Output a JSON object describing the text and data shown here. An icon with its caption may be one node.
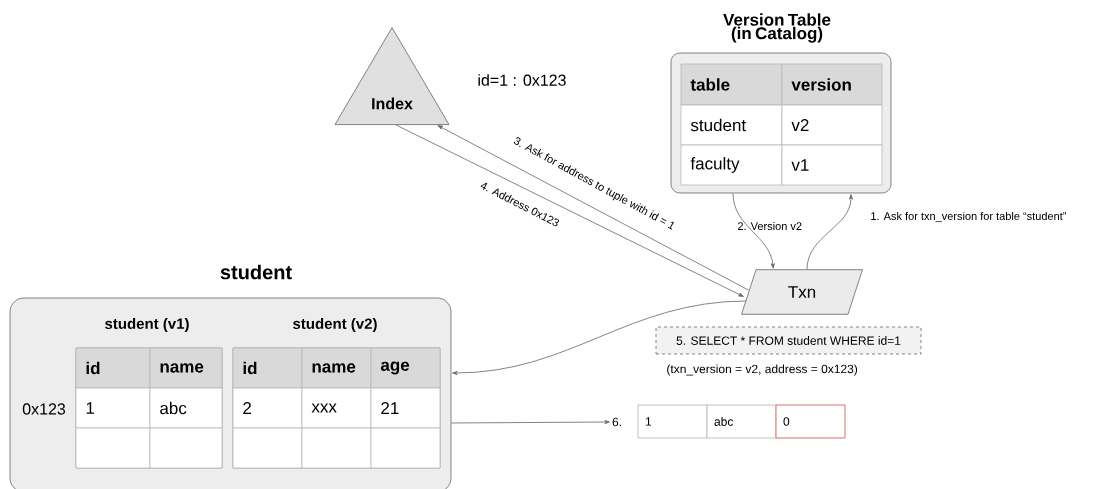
{
  "diagram": {
    "nodes": [
      {
        "text": [
          "Index"
        ]
      },
      {
        "text": [
          "Version Table (in Catalog)"
        ]
      },
      {
        "text": [
          "Txn"
        ]
      },
      {
        "text": [
          "student"
        ]
      },
      {
        "text": [
          "student (v1)"
        ],
        "in": 3
      },
      {
        "text": [
          "student (v2)"
        ],
        "in": 3
      },
      {
        "text": [
          "5. SELECT * FROM student WHERE id=1"
        ],
        "beside": [
          "(txn_version = v2, address = 0x123)"
        ]
      },
      {
        "text": [
          "6."
        ]
      },
      {
        "text": [
          "1"
        ]
      },
      {
        "text": [
          "abc"
        ]
      },
      {
        "text": [
          "0"
        ]
      }
    ],
    "edges": [
      {
        "from": 2,
        "to": 1,
        "arrow": "to",
        "label": "1. Ask for txn_version for table “student”"
      },
      {
        "from": 1,
        "to": 2,
        "arrow": "to",
        "label": "2. Version v2"
      },
      {
        "from": 2,
        "to": 0,
        "arrow": "to",
        "label": "3. Ask for address to tuple with id = 1"
      },
      {
        "from": 0,
        "to": 2,
        "arrow": "to",
        "label": "4. Address 0x123"
      },
      {
        "from": 2,
        "to": 3,
        "arrow": "to"
      },
      {
        "from": 3,
        "to": 7,
        "arrow": "to"
      }
    ],
    "labels": [
      "id=1 : 0x123",
      "table",
      "version",
      "student",
      "v2",
      "faculty",
      "v1",
      "0x123",
      "id",
      "name",
      "1",
      "abc",
      "id",
      "name",
      "age",
      "2",
      "xxx",
      "21"
    ]
  }
}
